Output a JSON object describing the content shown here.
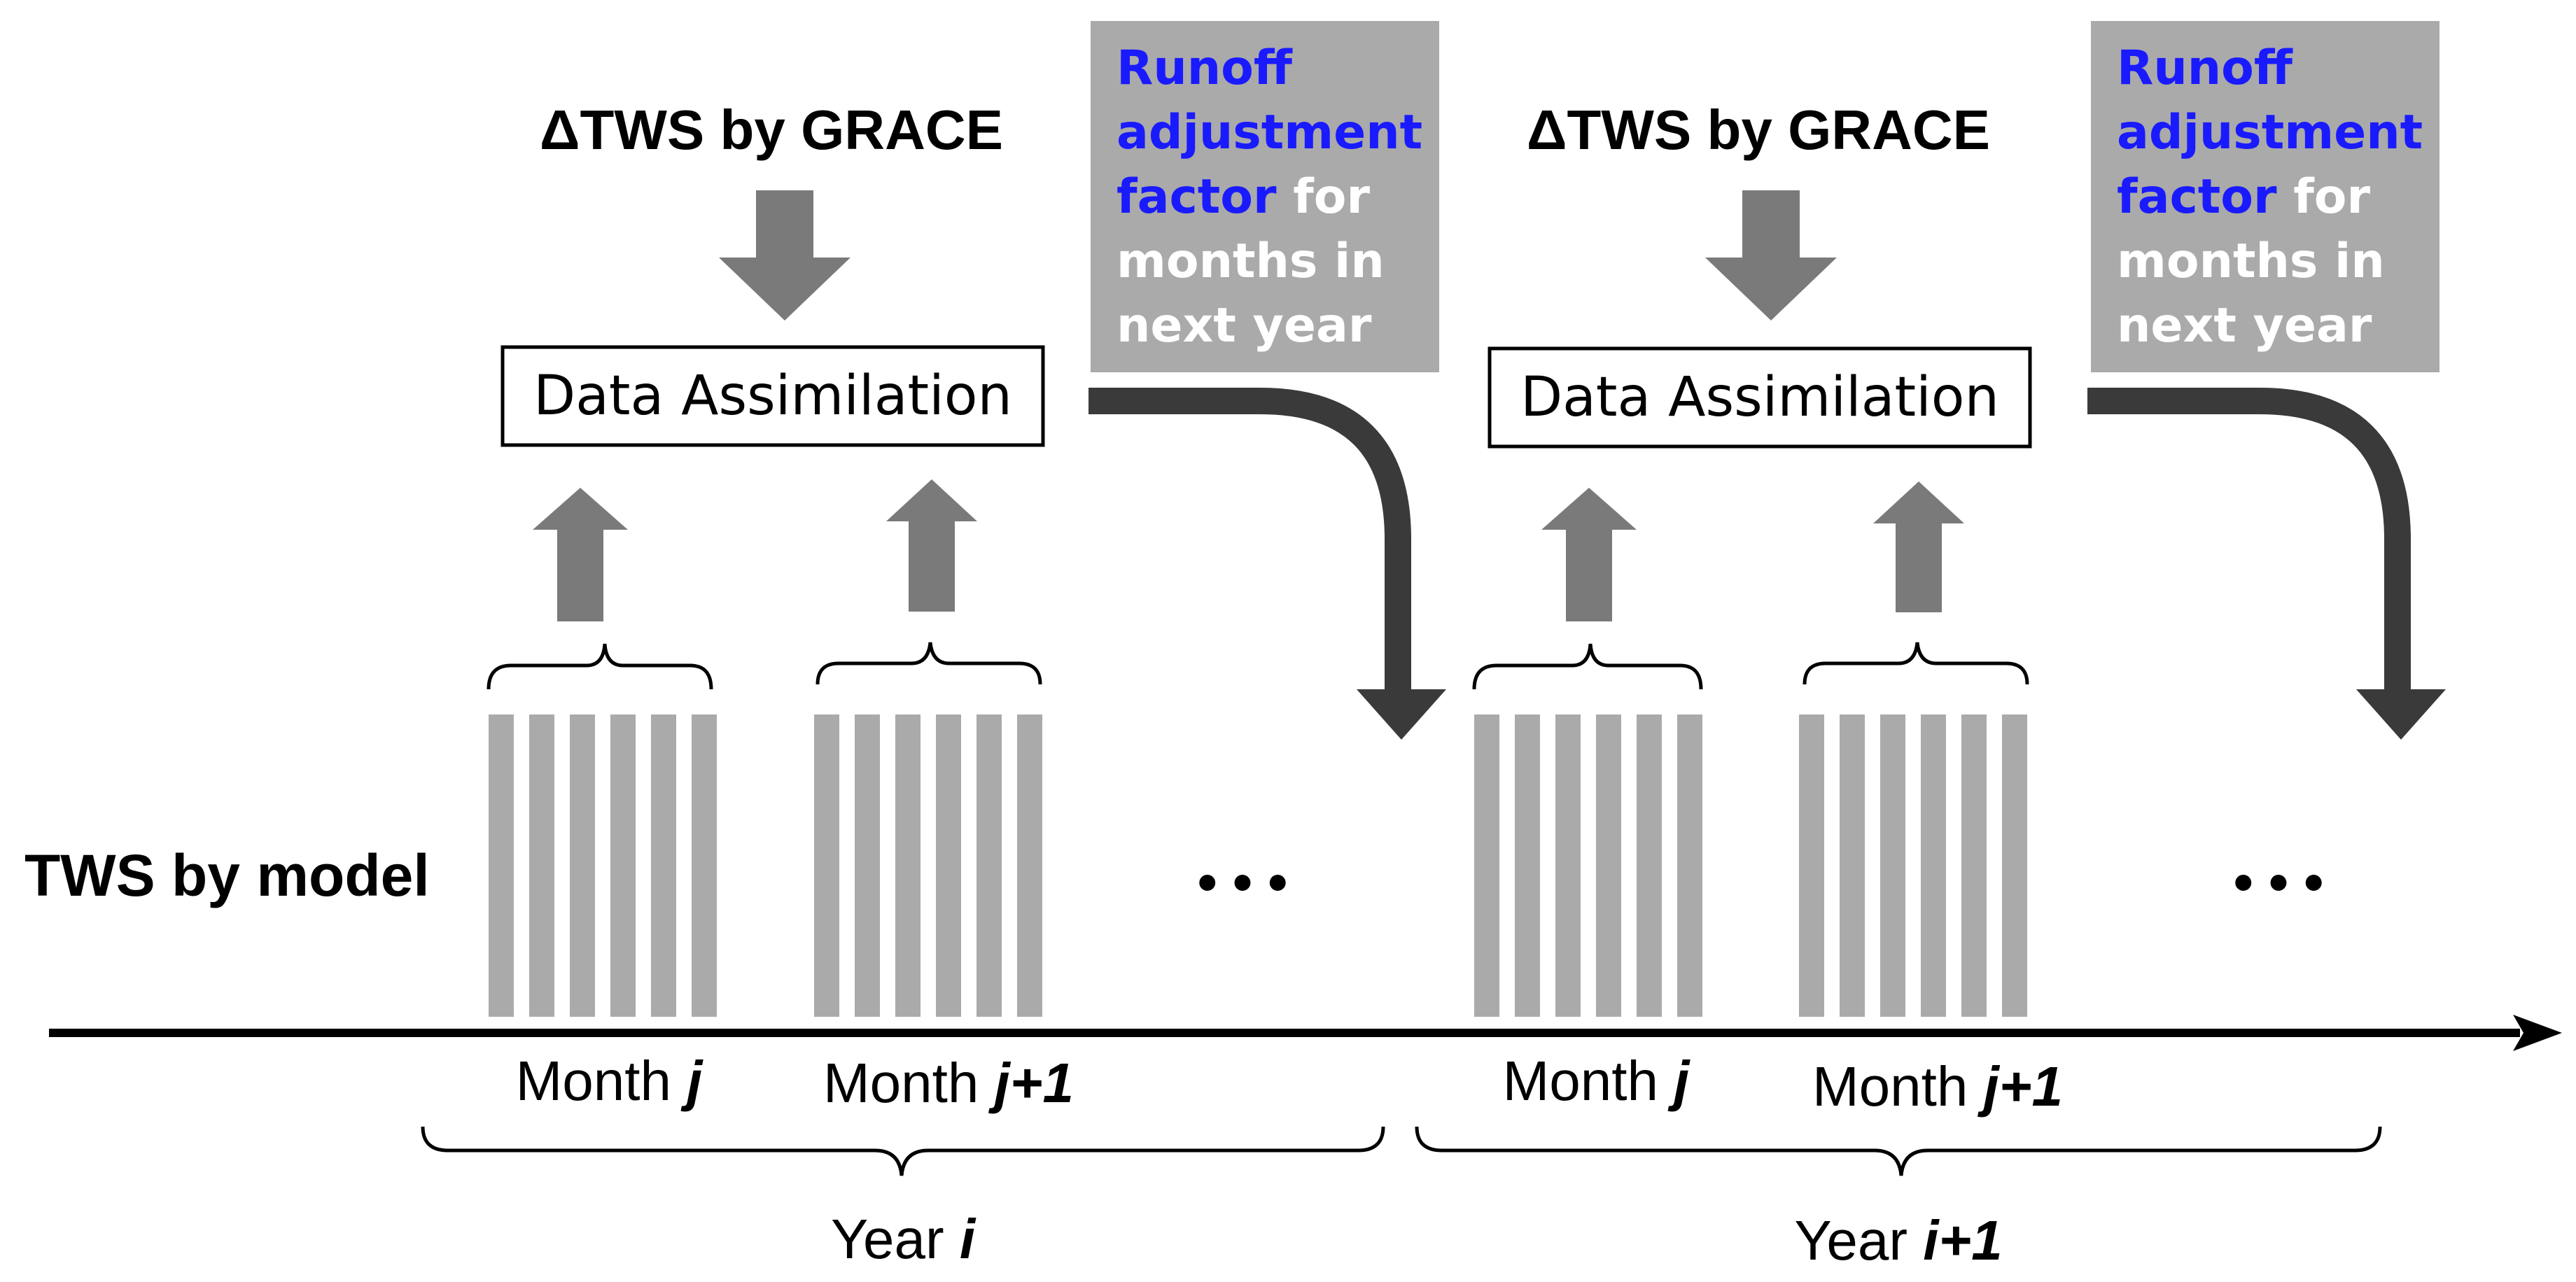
{
  "colors": {
    "background": "#ffffff",
    "bar": "#aaaaaa",
    "small_arrow": "#7a7a7a",
    "large_arrow": "#3a3a3a",
    "info_box": "#aaaaaa",
    "info_text_highlight": "#1a1aff",
    "info_text_plain": "#ffffff",
    "text": "#000000"
  },
  "labels": {
    "model_label": "TWS by model",
    "ellipsis": "• • •"
  },
  "years": [
    {
      "grace_prefix": "Δ",
      "grace_label": "TWS by GRACE",
      "da_label": "Data Assimilation",
      "info": {
        "line1": "Runoff",
        "line2": "adjustment",
        "line3_highlight": "factor",
        "line3_plain": " for",
        "line4": "months in",
        "line5": "next year"
      },
      "months": [
        {
          "prefix": "Month ",
          "index": "j"
        },
        {
          "prefix": "Month ",
          "index": "j+1"
        }
      ],
      "year_prefix": "Year ",
      "year_index": "i"
    },
    {
      "grace_prefix": "Δ",
      "grace_label": "TWS by GRACE",
      "da_label": "Data Assimilation",
      "info": {
        "line1": "Runoff",
        "line2": "adjustment",
        "line3_highlight": "factor",
        "line3_plain": " for",
        "line4": "months in",
        "line5": "next year"
      },
      "months": [
        {
          "prefix": "Month ",
          "index": "j"
        },
        {
          "prefix": "Month ",
          "index": "j+1"
        }
      ],
      "year_prefix": "Year ",
      "year_index": "i+1"
    }
  ]
}
